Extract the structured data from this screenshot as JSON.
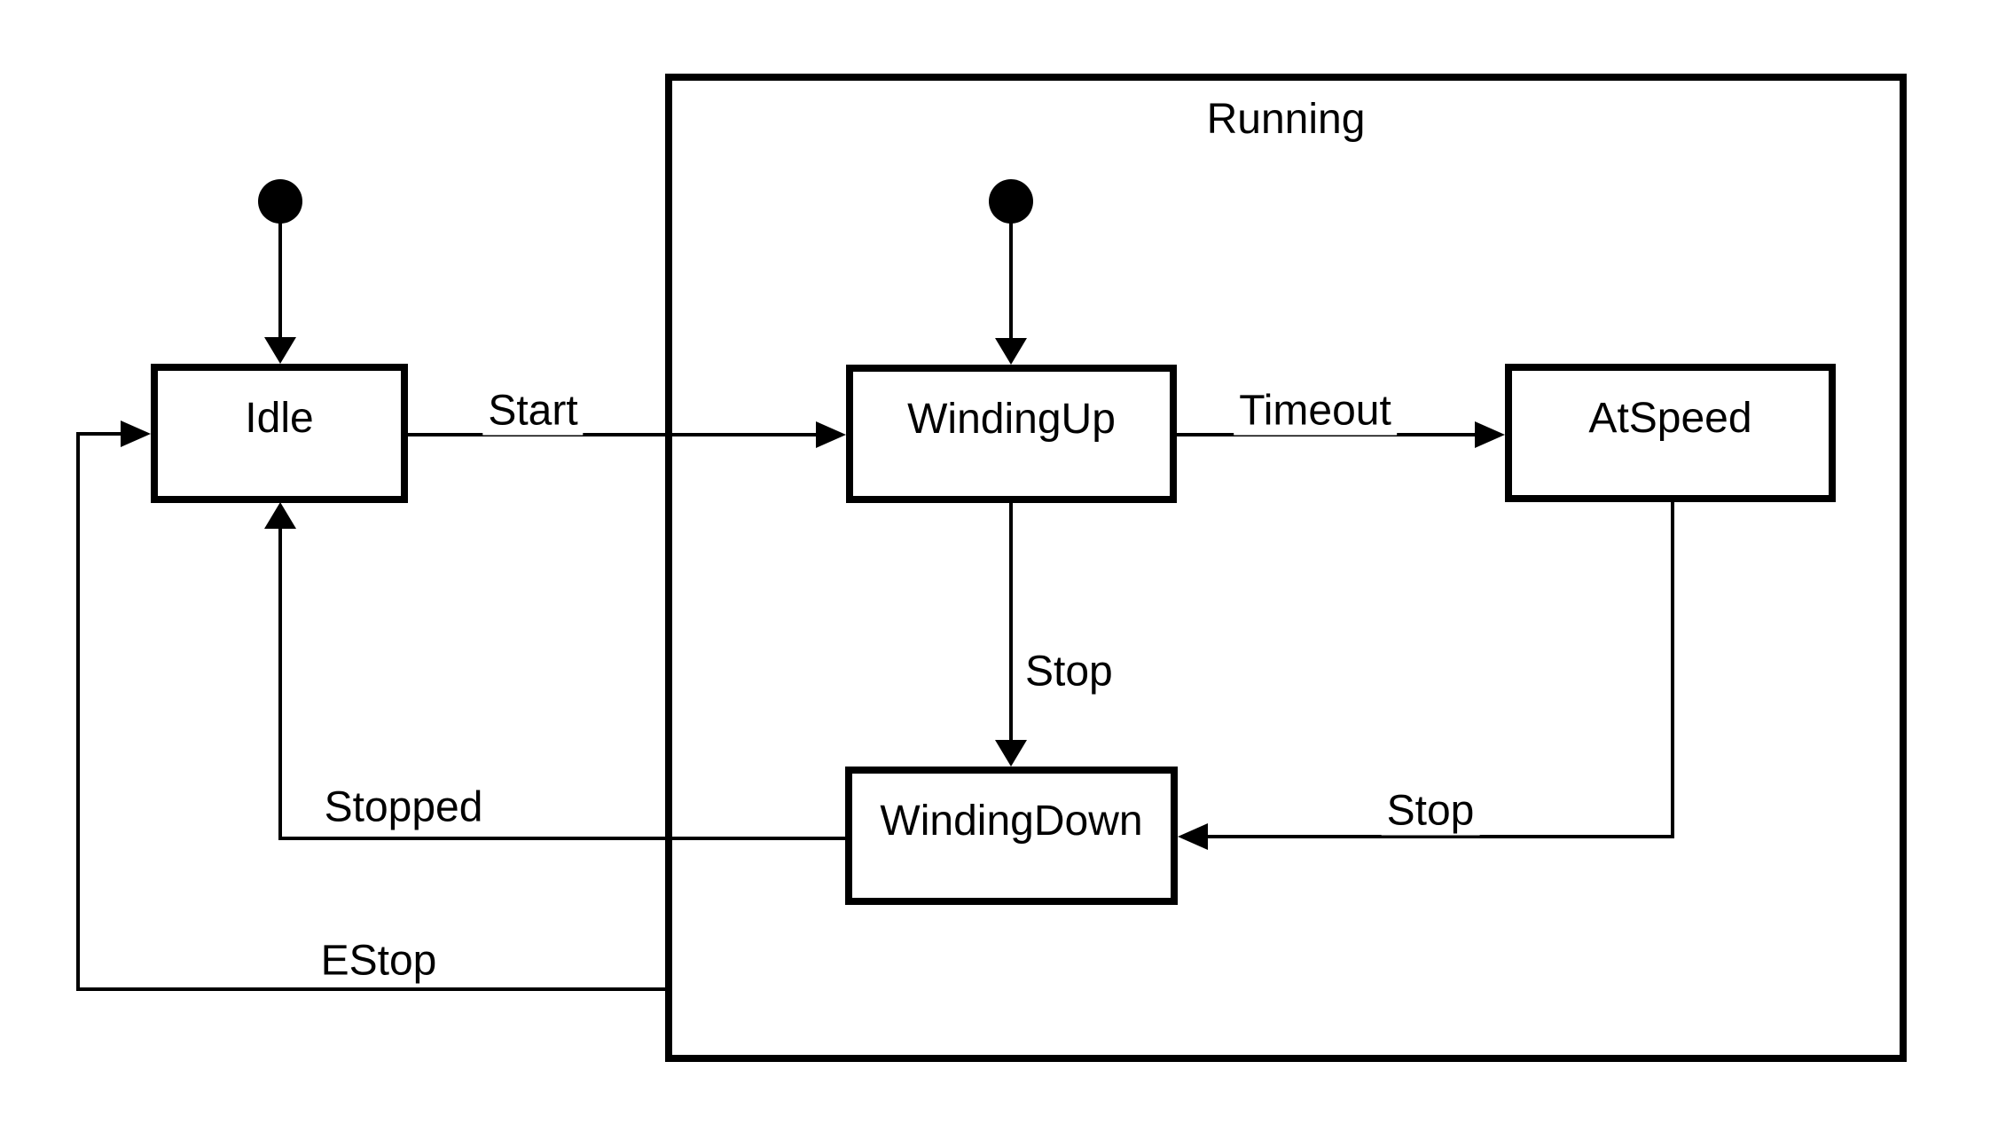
{
  "diagram_type": "uml-state-machine",
  "composite_state": {
    "label": "Running"
  },
  "states": {
    "idle": {
      "label": "Idle"
    },
    "windingup": {
      "label": "WindingUp"
    },
    "atspeed": {
      "label": "AtSpeed"
    },
    "windingdown": {
      "label": "WindingDown"
    }
  },
  "transitions": {
    "start": {
      "from": "Idle",
      "to": "WindingUp",
      "label": "Start"
    },
    "timeout": {
      "from": "WindingUp",
      "to": "AtSpeed",
      "label": "Timeout"
    },
    "stop_windingup": {
      "from": "WindingUp",
      "to": "WindingDown",
      "label": "Stop"
    },
    "stop_atspeed": {
      "from": "AtSpeed",
      "to": "WindingDown",
      "label": "Stop"
    },
    "stopped": {
      "from": "WindingDown",
      "to": "Idle",
      "label": "Stopped"
    },
    "estop": {
      "from": "Running",
      "to": "Idle",
      "label": "EStop"
    }
  },
  "initial_states": [
    {
      "target": "Idle"
    },
    {
      "target": "WindingUp"
    }
  ],
  "colors": {
    "ink": "#000000",
    "background": "#ffffff"
  }
}
